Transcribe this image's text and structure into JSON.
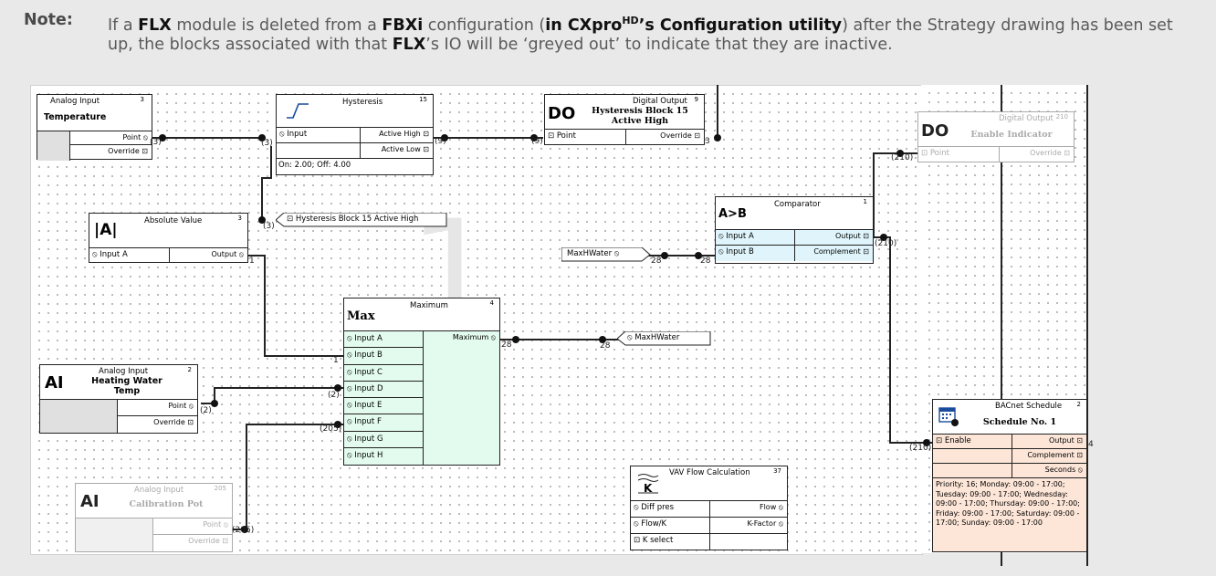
{
  "note": {
    "label": "Note:",
    "parts": [
      {
        "t": "If a ",
        "b": false
      },
      {
        "t": "FLX",
        "b": true
      },
      {
        "t": " module is deleted from a ",
        "b": false
      },
      {
        "t": "FBXi",
        "b": true
      },
      {
        "t": " configuration (",
        "b": false
      },
      {
        "t": "in CXpro",
        "b": true
      },
      {
        "t": "HD",
        "b": true,
        "sup": true
      },
      {
        "t": "’s Configuration utility",
        "b": true
      },
      {
        "t": ") after the Strategy drawing has been set up, the blocks associated with that ",
        "b": false
      },
      {
        "t": "FLX",
        "b": true
      },
      {
        "t": "’s IO will be ‘greyed out’ to indicate that they are inactive.",
        "b": false
      }
    ]
  },
  "blocks": {
    "ai_temp": {
      "type": "Analog Input",
      "num": "3",
      "name": "Temperature",
      "point": "Point ⦸",
      "override": "Override ⊡"
    },
    "hyst": {
      "type": "Hysteresis",
      "num": "15",
      "in": "⦸ Input",
      "out1": "Active High ⊡",
      "out2": "Active Low ⊡",
      "params": "On: 2.00; Off: 4.00"
    },
    "do_hyst": {
      "type": "Digital Output",
      "num": "9",
      "name": "Hysteresis Block 15 Active High",
      "tag": "DO",
      "point": "⊡ Point",
      "override": "Override ⊡"
    },
    "do_enable": {
      "type": "Digital Output",
      "num": "210",
      "name": "Enable Indicator",
      "tag": "DO",
      "point": "⊡ Point",
      "override": "Override ⊡"
    },
    "absval": {
      "type": "Absolute Value",
      "num": "3",
      "tag": "|A|",
      "in": "⦸ Input A",
      "out": "Output ⦸"
    },
    "comparator": {
      "type": "Comparator",
      "num": "1",
      "tag": "A>B",
      "in1": "⦸ Input A",
      "in2": "⦸ Input B",
      "out1": "Output ⊡",
      "out2": "Complement ⊡"
    },
    "max": {
      "type": "Maximum",
      "num": "4",
      "tag": "Max",
      "inputs": [
        "⦸ Input A",
        "⦸ Input B",
        "⦸ Input C",
        "⦸ Input D",
        "⦸ Input E",
        "⦸ Input F",
        "⦸ Input G",
        "⦸ Input H"
      ],
      "out": "Maximum ⦸"
    },
    "ai_hw": {
      "type": "Analog Input",
      "num": "2",
      "name": "Heating Water Temp",
      "tag": "AI",
      "point": "Point ⦸",
      "override": "Override ⊡"
    },
    "ai_cal": {
      "type": "Analog Input",
      "num": "205",
      "name": "Calibration Pot",
      "tag": "AI",
      "point": "Point ⦸",
      "override": "Override ⊡"
    },
    "vav": {
      "type": "VAV Flow Calculation",
      "num": "37",
      "in1": "⦸ Diff pres",
      "in2": "⦸ Flow/K",
      "in3": "⊡ K select",
      "out1": "Flow ⦸",
      "out2": "K-Factor ⦸"
    },
    "sched": {
      "type": "BACnet Schedule",
      "num": "2",
      "name": "Schedule No. 1",
      "in": "⊡ Enable",
      "out1": "Output ⊡",
      "out2": "Complement ⊡",
      "out3": "Seconds ⦸",
      "text": "Priority: 16; Monday: 09:00 - 17:00; Tuesday: 09:00 - 17:00; Wednesday: 09:00 - 17:00; Thursday: 09:00 - 17:00; Friday: 09:00 - 17:00; Saturday: 09:00 - 17:00; Sunday: 09:00 - 17:00"
    }
  },
  "tags": {
    "hyst_tag": "⊡ Hysteresis Block 15 Active High",
    "maxhw_in": "MaxHWater ⦸",
    "maxhw_out": "⦸ MaxHWater"
  },
  "wire_labels": {
    "w3a": "(3)",
    "w3b": "(3)",
    "w9a": "(9)",
    "w9b": "(9)",
    "w3c": "3",
    "w3d": "(3)",
    "w1": "1",
    "w1b": "1",
    "w28a": "28",
    "w28b": "28",
    "w28c": "28",
    "w28d": "28",
    "w2a": "(2)",
    "w2b": "(2)",
    "w205a": "(205)",
    "w205b": "(205)",
    "w210a": "(210)",
    "w210b": "(210)",
    "w210c": "(210)",
    "w4": "4"
  },
  "watermark": "1"
}
